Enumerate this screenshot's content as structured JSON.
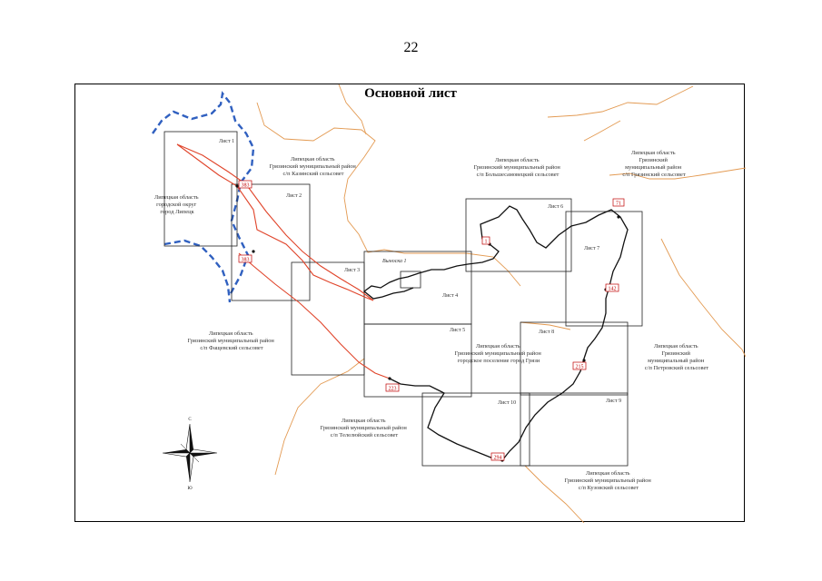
{
  "page_number": "22",
  "map_title": "Основной лист",
  "compass": {
    "north": "С",
    "south": "Ю"
  },
  "colors": {
    "route": "#e0442a",
    "track": "#111111",
    "boundary": "#e39a52",
    "region_border": "#3060c0"
  },
  "areas": [
    {
      "id": "kazinsky",
      "lines": [
        "Липецкая область",
        "Грязинский муниципальный район",
        "с/п Казинский сельсовет"
      ]
    },
    {
      "id": "bolshesamovetsky",
      "lines": [
        "Липецкая область",
        "Грязинский муниципальный район",
        "с/п Большесамовецкий сельсовет"
      ]
    },
    {
      "id": "gryazinsky-ne",
      "lines": [
        "Липецкая область",
        "Грязинский",
        "муниципальный район",
        "с/п Грязинский сельсовет"
      ]
    },
    {
      "id": "lipetsk",
      "lines": [
        "Липецкая область",
        "городской округ",
        "город Липецк"
      ]
    },
    {
      "id": "fashchevsky",
      "lines": [
        "Липецкая область",
        "Грязинский муниципальный район",
        "с/п Фащевский сельсовет"
      ]
    },
    {
      "id": "gryazi",
      "lines": [
        "Липецкая область",
        "Грязинский муниципальный район",
        "городское поселение город Грязи"
      ]
    },
    {
      "id": "petrovsky",
      "lines": [
        "Липецкая область",
        "Грязинский",
        "муниципальный район",
        "с/п Петровский сельсовет"
      ]
    },
    {
      "id": "telelyuysky",
      "lines": [
        "Липецкая область",
        "Грязинский муниципальный район",
        "с/п Телелюйский сельсовет"
      ]
    },
    {
      "id": "kuzovsky",
      "lines": [
        "Липецкая область",
        "Грязинский муниципальный район",
        "с/п Кузовский сельсовет"
      ]
    }
  ],
  "sheets": [
    {
      "id": "1",
      "label": "Лист 1"
    },
    {
      "id": "2",
      "label": "Лист 2"
    },
    {
      "id": "3",
      "label": "Лист 3"
    },
    {
      "id": "4",
      "label": "Лист 4"
    },
    {
      "id": "5",
      "label": "Лист 5"
    },
    {
      "id": "6",
      "label": "Лист 6"
    },
    {
      "id": "7",
      "label": "Лист 7"
    },
    {
      "id": "8",
      "label": "Лист 8"
    },
    {
      "id": "9",
      "label": "Лист 9"
    },
    {
      "id": "10",
      "label": "Лист 10"
    }
  ],
  "inset_label": "Выноска 1",
  "points": [
    {
      "id": "p383a",
      "label": "383"
    },
    {
      "id": "p383b",
      "label": "383"
    },
    {
      "id": "p1",
      "label": "1"
    },
    {
      "id": "p71",
      "label": "71"
    },
    {
      "id": "p142",
      "label": "142"
    },
    {
      "id": "p215",
      "label": "215"
    },
    {
      "id": "p223",
      "label": "223"
    },
    {
      "id": "p294",
      "label": "294"
    }
  ]
}
